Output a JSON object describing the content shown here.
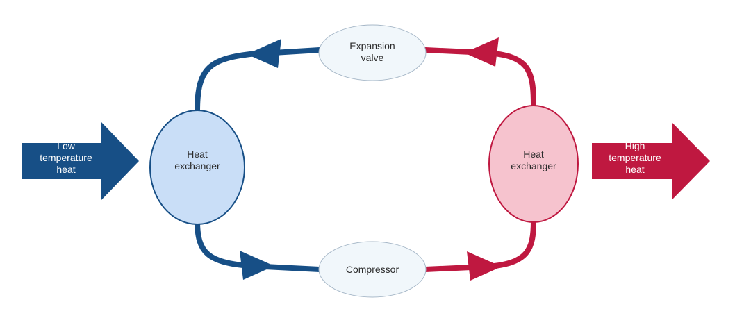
{
  "diagram": {
    "input_arrow": {
      "label": "Low\ntemperature\nheat",
      "color": "#174f86"
    },
    "output_arrow": {
      "label": "High\ntemperature\nheat",
      "color": "#bf1840"
    },
    "cold_exchanger": {
      "label": "Heat\nexchanger",
      "fill": "#c9def7",
      "stroke": "#174f86"
    },
    "hot_exchanger": {
      "label": "Heat\nexchanger",
      "fill": "#f6c3ce",
      "stroke": "#bf1840"
    },
    "expansion_valve": {
      "label": "Expansion\nvalve",
      "fill": "#f1f7fb"
    },
    "compressor": {
      "label": "Compressor",
      "fill": "#f1f7fb"
    },
    "cold_loop_color": "#174f86",
    "hot_loop_color": "#bf1840"
  }
}
